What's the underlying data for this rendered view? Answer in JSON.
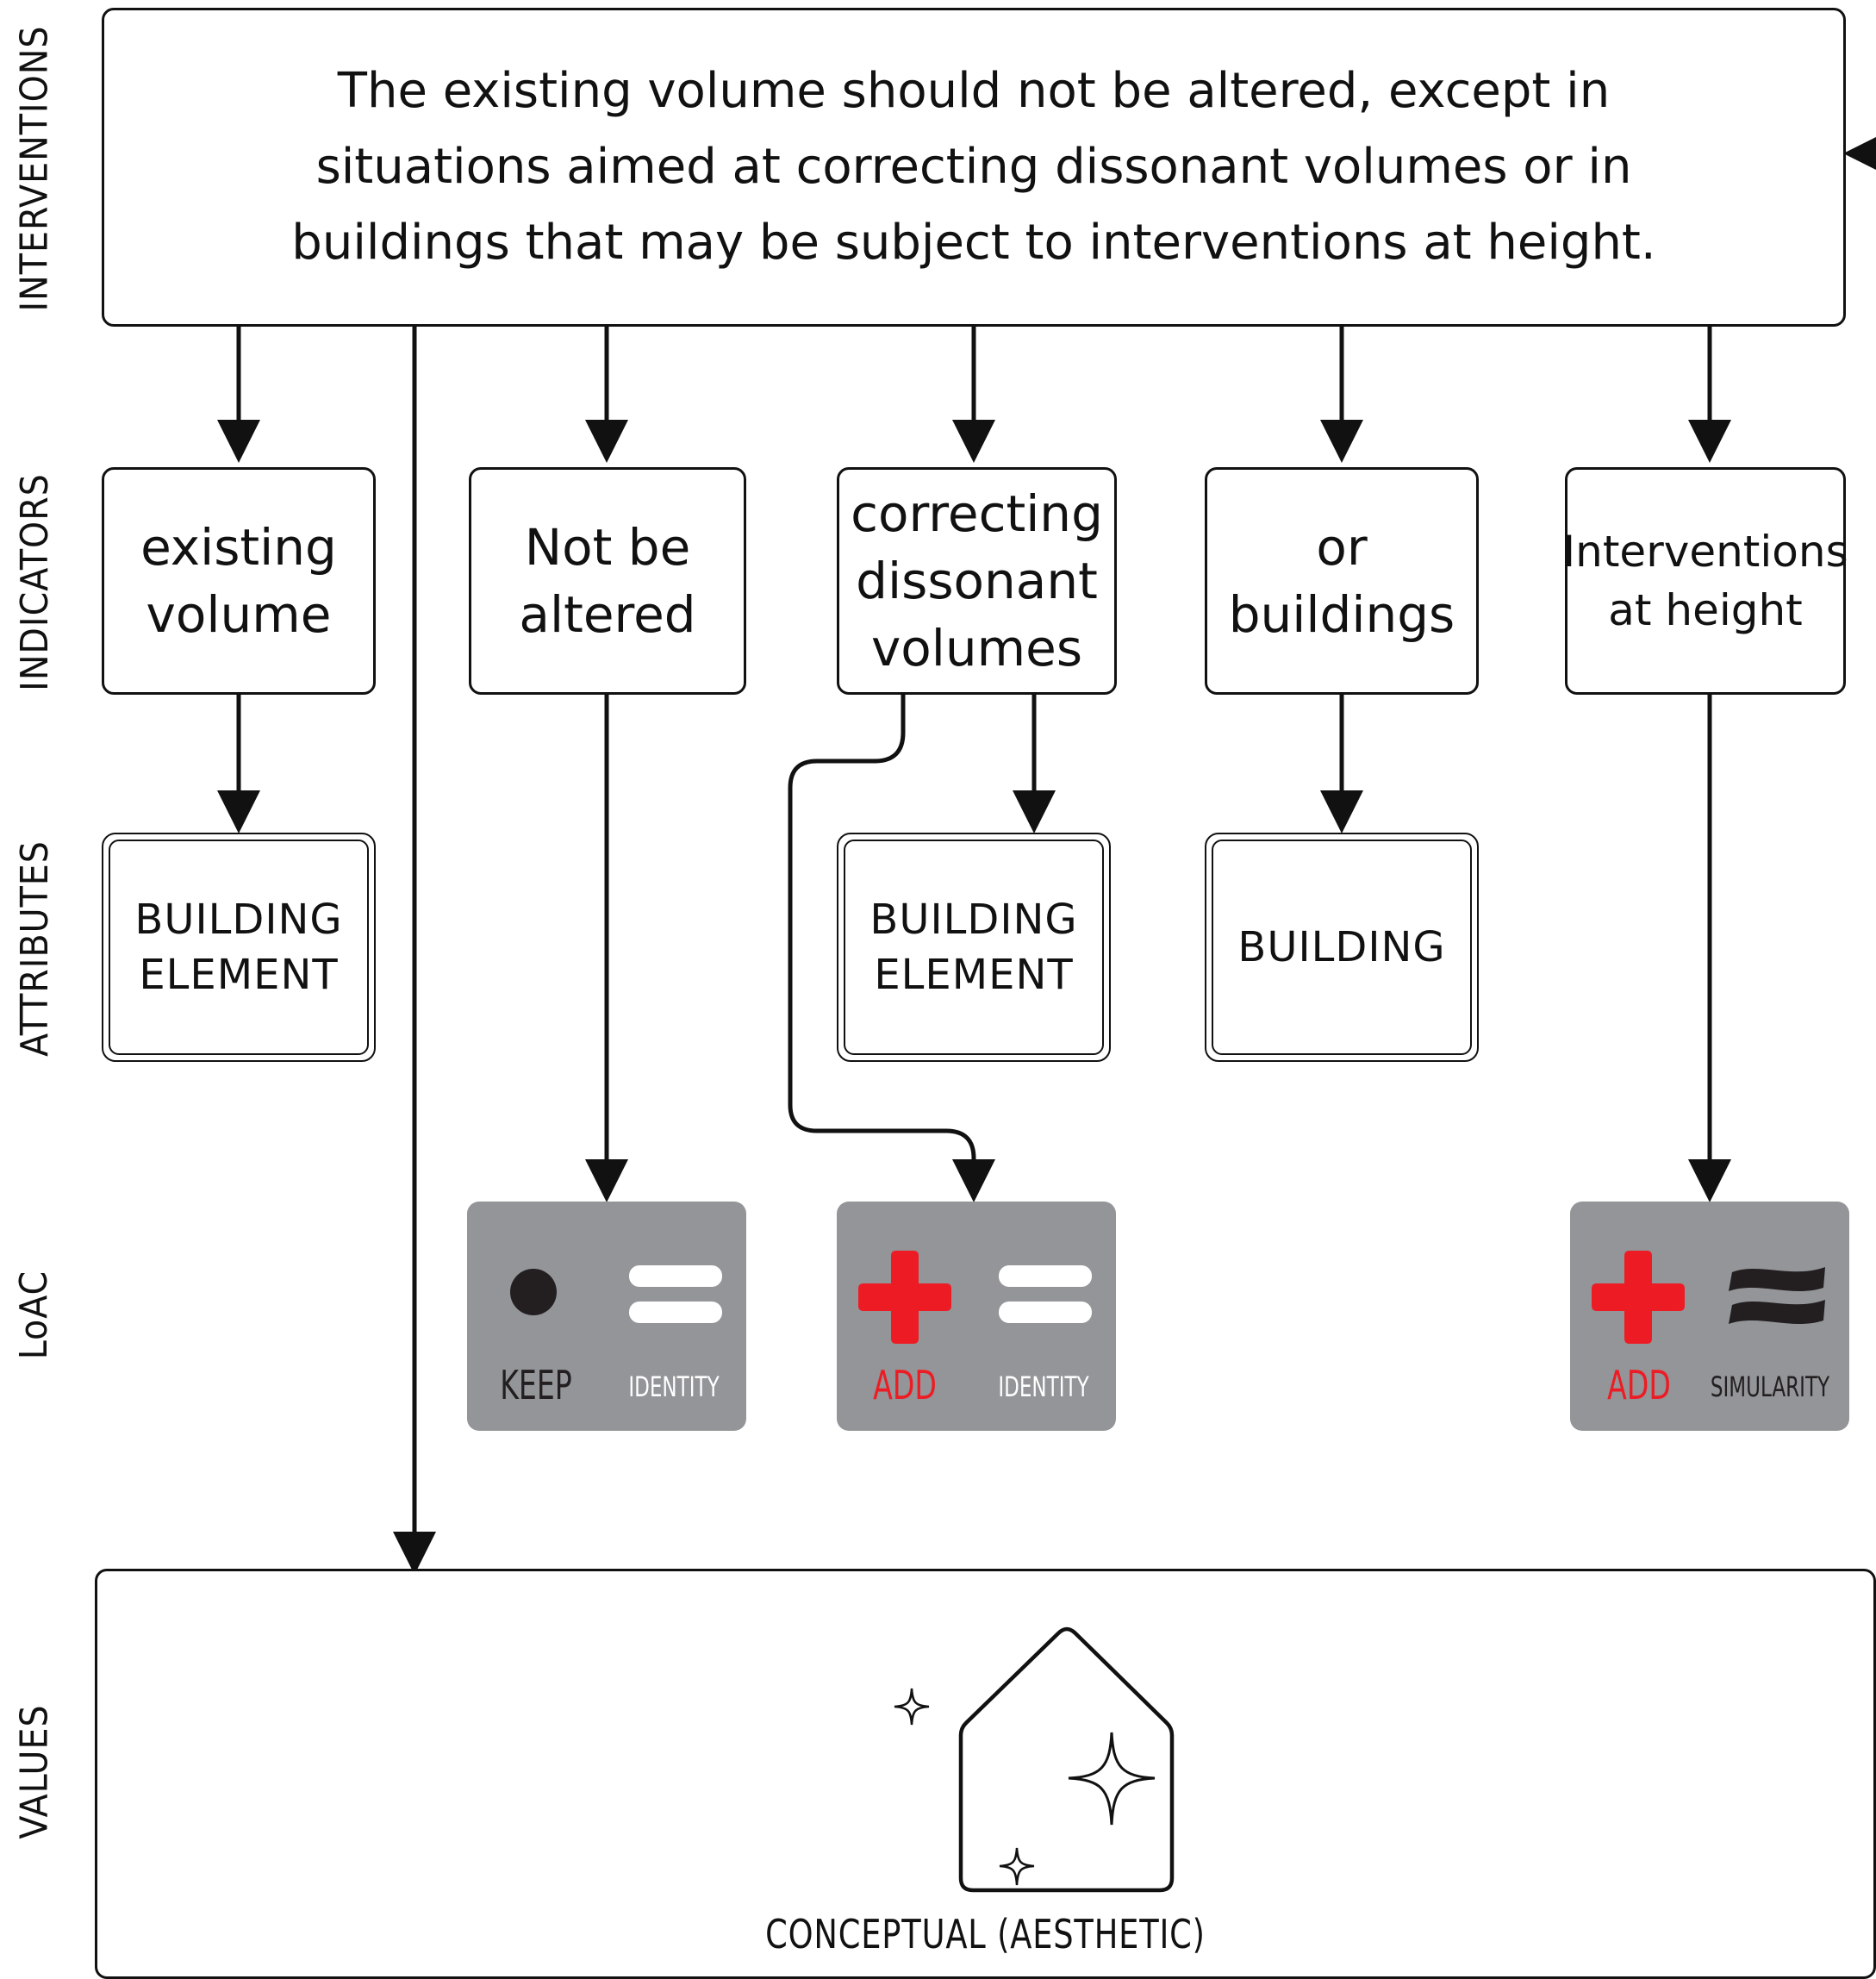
{
  "side_labels": {
    "interventions": "INTERVENTIONS",
    "indicators": "INDICATORS",
    "attributes": "ATTRIBUTES",
    "loac": "LoAC",
    "values": "VALUES"
  },
  "intervention": {
    "line1": "The existing volume should not be altered, except in",
    "line2": "situations aimed at correcting dissonant volumes or in",
    "line3": "buildings that may be subject to interventions at height."
  },
  "indicators": [
    {
      "line1": "existing",
      "line2": "volume"
    },
    {
      "line1": "Not be",
      "line2": "altered"
    },
    {
      "line1": "correcting",
      "line2": "dissonant",
      "line3": "volumes"
    },
    {
      "line1": "or",
      "line2": "buildings"
    },
    {
      "line1": "Interventions",
      "line2": "at height"
    }
  ],
  "attributes": [
    {
      "line1": "BUILDING",
      "line2": "ELEMENT"
    },
    {
      "line1": "BUILDING",
      "line2": "ELEMENT"
    },
    {
      "line1": "BUILDING"
    }
  ],
  "loac": [
    {
      "action": "KEEP",
      "relation": "IDENTITY",
      "action_color": "#231f20",
      "relation_color": "#ffffff",
      "action_icon": "dot-icon",
      "relation_icon": "equals-icon"
    },
    {
      "action": "ADD",
      "relation": "IDENTITY",
      "action_color": "#ed1c24",
      "relation_color": "#ffffff",
      "action_icon": "red-cross-icon",
      "relation_icon": "equals-icon"
    },
    {
      "action": "ADD",
      "relation": "SIMULARITY",
      "action_color": "#ed1c24",
      "relation_color": "#231f20",
      "action_icon": "red-cross-icon",
      "relation_icon": "wavy-equals-icon"
    }
  ],
  "value": {
    "label": "CONCEPTUAL (AESTHETIC)",
    "icon": "house-sparkle-icon"
  },
  "colors": {
    "stroke": "#111111",
    "loac_panel": "#939598",
    "accent_red": "#ed1c24"
  }
}
